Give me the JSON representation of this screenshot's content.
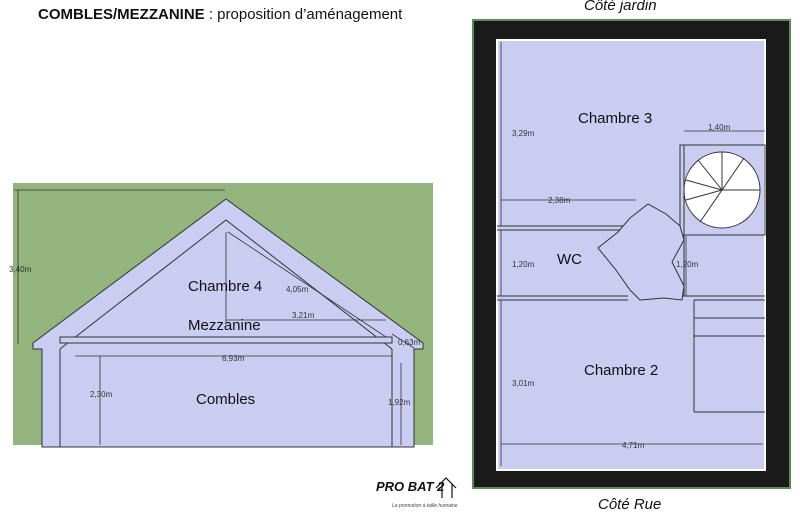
{
  "header": {
    "title_bold": "COMBLES/MEZZANINE",
    "title_rest": " : proposition d’aménagement"
  },
  "section": {
    "rooms": {
      "chambre4": "Chambre 4",
      "mezzanine": "Mezzanine",
      "combles": "Combles"
    },
    "dims": {
      "height_total": "3,40m",
      "width_floor": "6,93m",
      "height_wall_left": "2,30m",
      "height_wall_right": "1,92m",
      "slope_length": "4,05m",
      "mezz_width": "3,21m",
      "eave": "0,63m"
    }
  },
  "plan": {
    "top_caption": "Côté jardin",
    "bottom_caption": "Côté Rue",
    "rooms": {
      "chambre3": "Chambre 3",
      "wc": "WC",
      "chambre2": "Chambre 2"
    },
    "dims": {
      "c3_height": "3,29m",
      "stair_width": "1,40m",
      "c3_wall": "2,38m",
      "wc_left": "1,20m",
      "wc_right": "1,20m",
      "c2_height": "3,01m",
      "total_width": "4,71m"
    }
  },
  "logo": {
    "main": "PRO BAT 2",
    "sub": "La promotion à taille humaine"
  },
  "colors": {
    "room_fill": "#c8cdf1",
    "grass": "#93b47c",
    "plan_border": "#1a1a1a",
    "plan_outline": "#5a8d55"
  }
}
